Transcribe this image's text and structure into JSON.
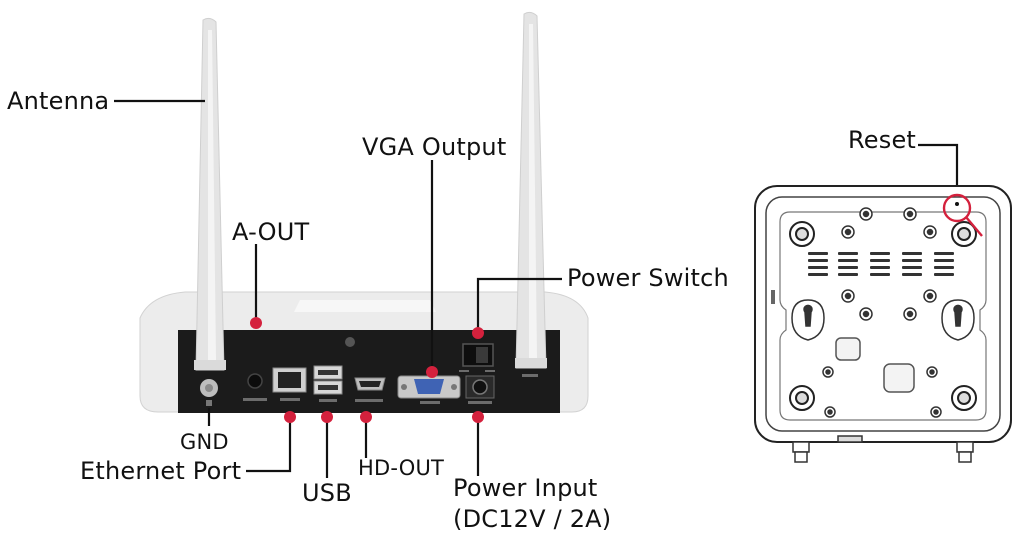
{
  "labels": {
    "antenna": "Antenna",
    "vga_output": "VGA Output",
    "a_out": "A-OUT",
    "power_switch": "Power Switch",
    "gnd": "GND",
    "ethernet_port": "Ethernet Port",
    "usb": "USB",
    "hd_out": "HD-OUT",
    "power_input_line1": "Power Input",
    "power_input_line2": "(DC12V / 2A)",
    "reset": "Reset"
  },
  "colors": {
    "marker": "#d4213d",
    "panel": "#1b1b1b",
    "body": "#e9e9e9",
    "antenna": "#e2e2e2",
    "line": "#111111",
    "vga_blue": "#3f63b4"
  }
}
